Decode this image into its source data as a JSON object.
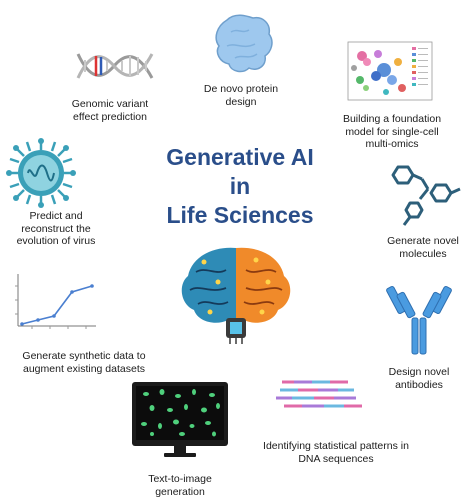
{
  "title_lines": [
    "Generative AI",
    "in",
    "Life Sciences"
  ],
  "items": {
    "genomic": [
      "Genomic variant",
      "effect prediction"
    ],
    "protein": [
      "De novo protein",
      "design"
    ],
    "foundation": [
      "Building a foundation",
      "model for single-cell",
      "multi-omics"
    ],
    "virus": [
      "Predict and",
      "reconstruct the",
      "evolution of virus"
    ],
    "molecules": [
      "Generate novel",
      "molecules"
    ],
    "synthetic": [
      "Generate synthetic data to",
      "augment existing datasets"
    ],
    "antibodies": [
      "Design novel",
      "antibodies"
    ],
    "dna": [
      "Identifying statistical patterns in",
      "DNA sequences"
    ],
    "text_image": [
      "Text-to-image",
      "generation"
    ]
  },
  "colors": {
    "title": "#2a4e8a",
    "protein": "#9ec8ee",
    "molecules": "#2d5f7a",
    "antibody": "#4a9be0",
    "virus": "#3aa0b8",
    "monitor": "#1b1b1b",
    "cells": "#4fd07c"
  }
}
